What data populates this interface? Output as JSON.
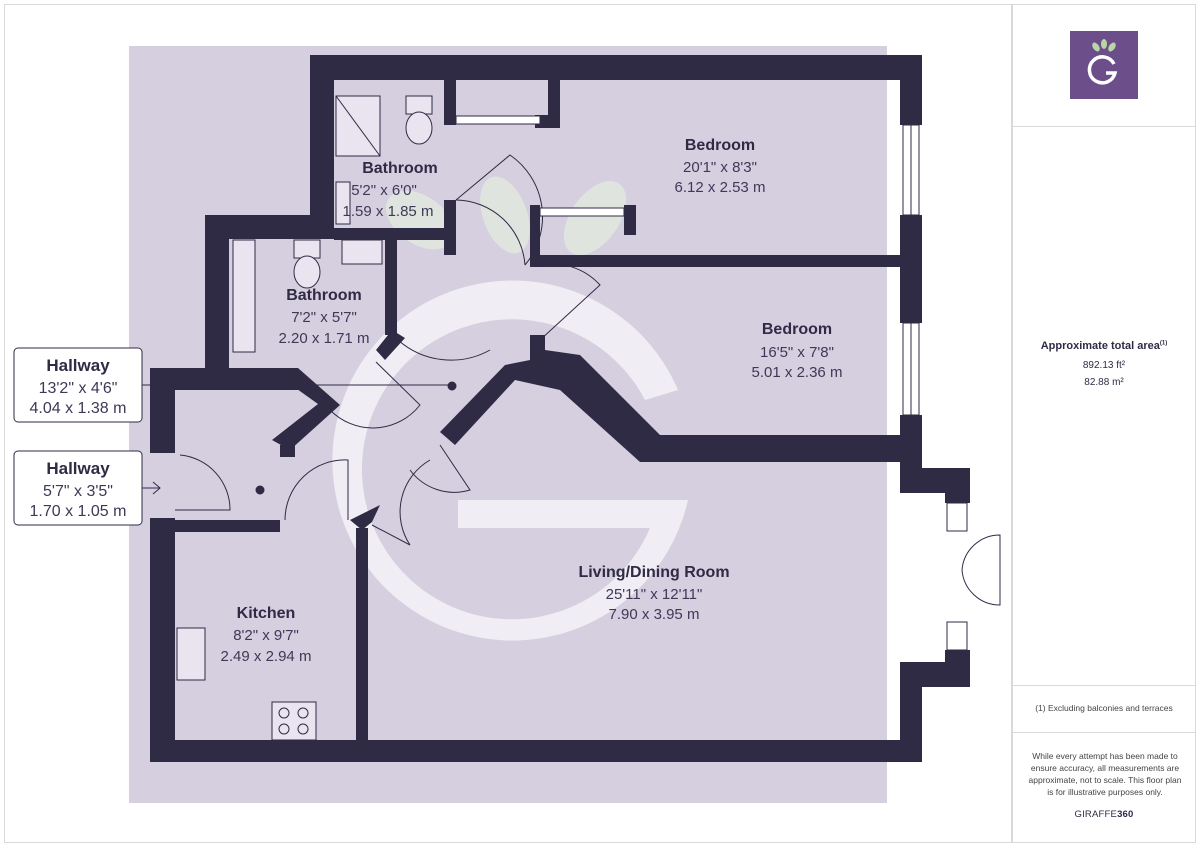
{
  "rooms": [
    {
      "name": "Bedroom",
      "imperial": "20'1\" x 8'3\"",
      "metric": "6.12 x 2.53 m"
    },
    {
      "name": "Bathroom",
      "imperial": "5'2\" x 6'0\"",
      "metric": "1.59 x 1.85 m"
    },
    {
      "name": "Bathroom",
      "imperial": "7'2\" x 5'7\"",
      "metric": "2.20 x 1.71 m"
    },
    {
      "name": "Bedroom",
      "imperial": "16'5\" x 7'8\"",
      "metric": "5.01 x 2.36 m"
    },
    {
      "name": "Living/Dining Room",
      "imperial": "25'11\" x 12'11\"",
      "metric": "7.90 x 3.95 m"
    },
    {
      "name": "Kitchen",
      "imperial": "8'2\" x 9'7\"",
      "metric": "2.49 x 2.94 m"
    }
  ],
  "callouts": [
    {
      "name": "Hallway",
      "imperial": "13'2\" x 4'6\"",
      "metric": "4.04 x 1.38 m"
    },
    {
      "name": "Hallway",
      "imperial": "5'7\" x 3'5\"",
      "metric": "1.70 x 1.05 m"
    }
  ],
  "side_panel": {
    "area_title": "Approximate total area",
    "area_note_marker": "(1)",
    "area_ft": "892.13 ft²",
    "area_m": "82.88 m²",
    "footnote": "(1) Excluding balconies and terraces",
    "disclaimer": "While every attempt has been made to ensure accuracy, all measurements are approximate, not to scale. This floor plan is for illustrative purposes only.",
    "brand_light": "GIRAFFE",
    "brand_bold": "360"
  },
  "colors": {
    "floor": "#d6cfe0",
    "wall": "#2f2b45",
    "brand_purple": "#6b4e8a",
    "watermark": "#ffffff"
  }
}
